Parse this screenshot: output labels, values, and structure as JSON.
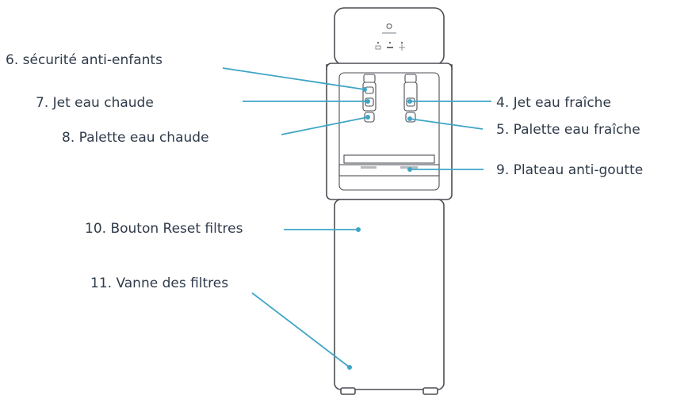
{
  "colors": {
    "leader": "#3fa5c6",
    "outline": "#4b4f55",
    "text": "#2f3b4a"
  },
  "labels": {
    "child_lock": "6. sécurité anti-enfants",
    "hot_tap": "7. Jet eau chaude",
    "hot_paddle": "8. Palette eau chaude",
    "cold_tap": "4. Jet eau fraîche",
    "cold_paddle": "5. Palette eau fraîche",
    "drip_tray": "9. Plateau anti-goutte",
    "reset_button": "10. Bouton Reset filtres",
    "filter_valve": "11. Vanne des filtres"
  }
}
